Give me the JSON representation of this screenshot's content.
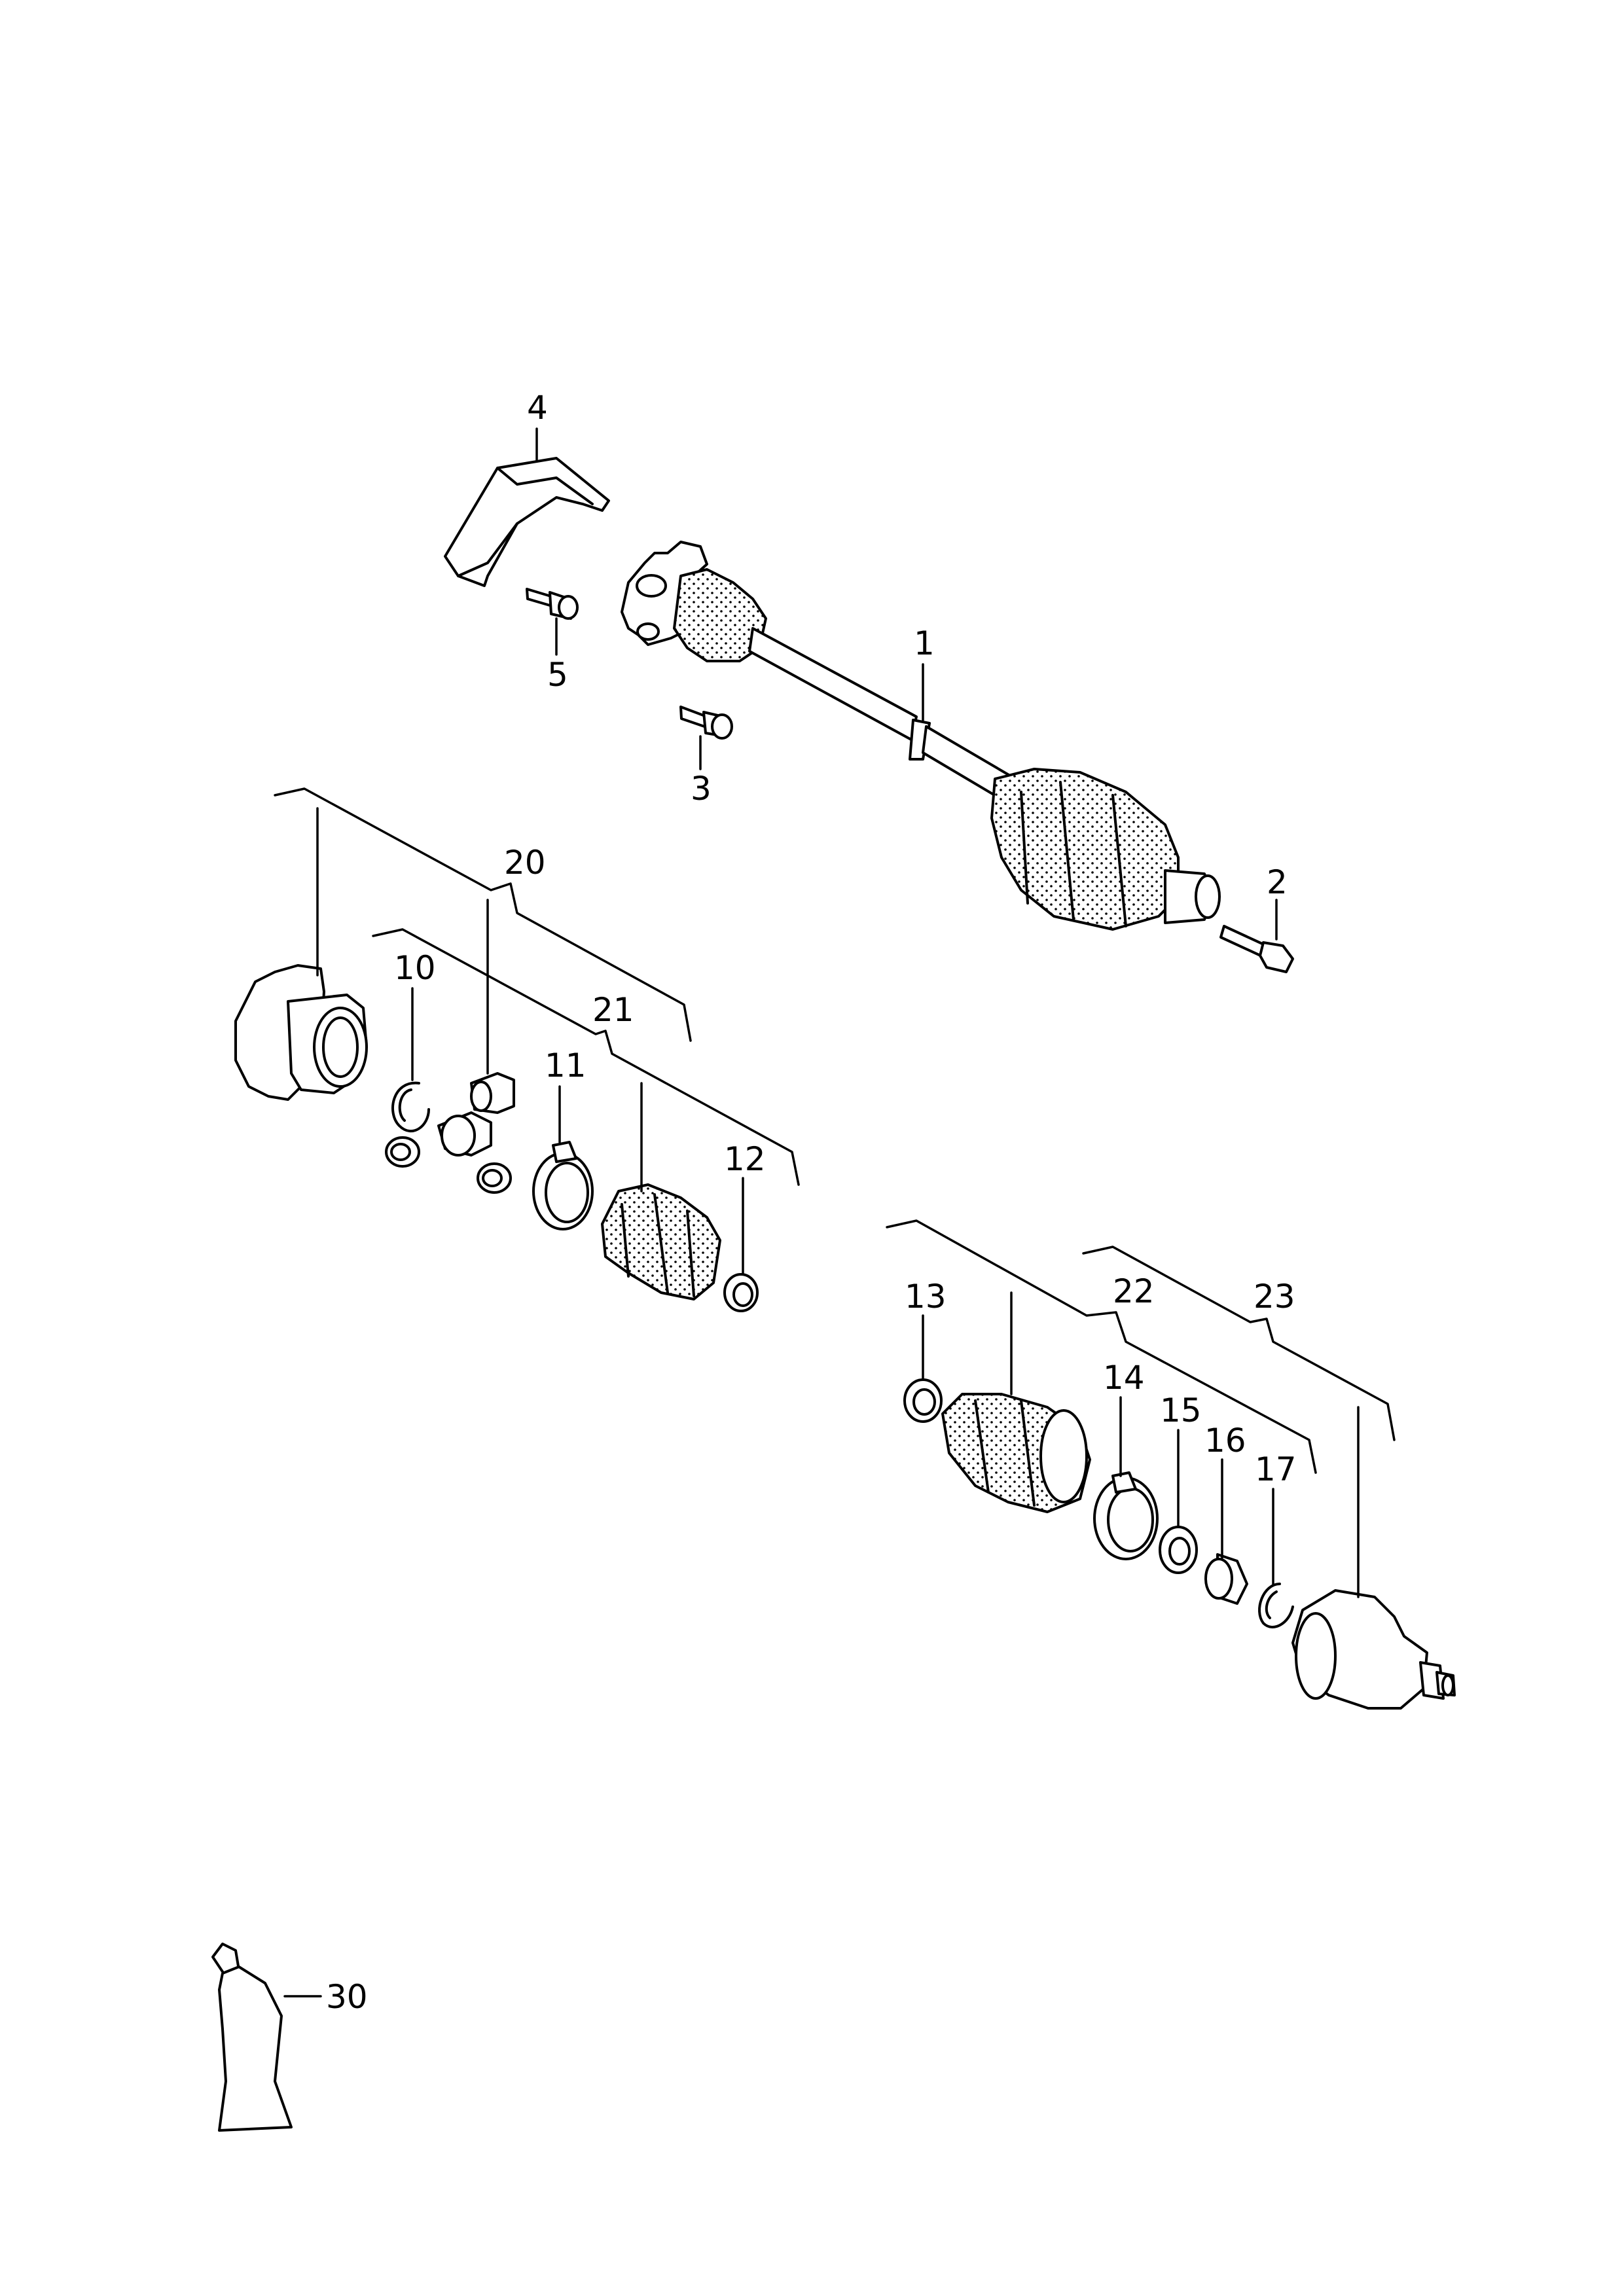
{
  "diagram": {
    "type": "exploded-parts-diagram",
    "subject": "drive shaft (axle shaft) assembly",
    "callouts": [
      {
        "id": "1",
        "label": "1"
      },
      {
        "id": "2",
        "label": "2"
      },
      {
        "id": "3",
        "label": "3"
      },
      {
        "id": "4",
        "label": "4"
      },
      {
        "id": "5",
        "label": "5"
      },
      {
        "id": "10",
        "label": "10"
      },
      {
        "id": "11",
        "label": "11"
      },
      {
        "id": "12",
        "label": "12"
      },
      {
        "id": "13",
        "label": "13"
      },
      {
        "id": "14",
        "label": "14"
      },
      {
        "id": "15",
        "label": "15"
      },
      {
        "id": "16",
        "label": "16"
      },
      {
        "id": "17",
        "label": "17"
      },
      {
        "id": "20",
        "label": "20"
      },
      {
        "id": "21",
        "label": "21"
      },
      {
        "id": "22",
        "label": "22"
      },
      {
        "id": "23",
        "label": "23"
      },
      {
        "id": "30",
        "label": "30"
      }
    ],
    "colors": {
      "line": "#000000",
      "background": "#ffffff"
    }
  }
}
